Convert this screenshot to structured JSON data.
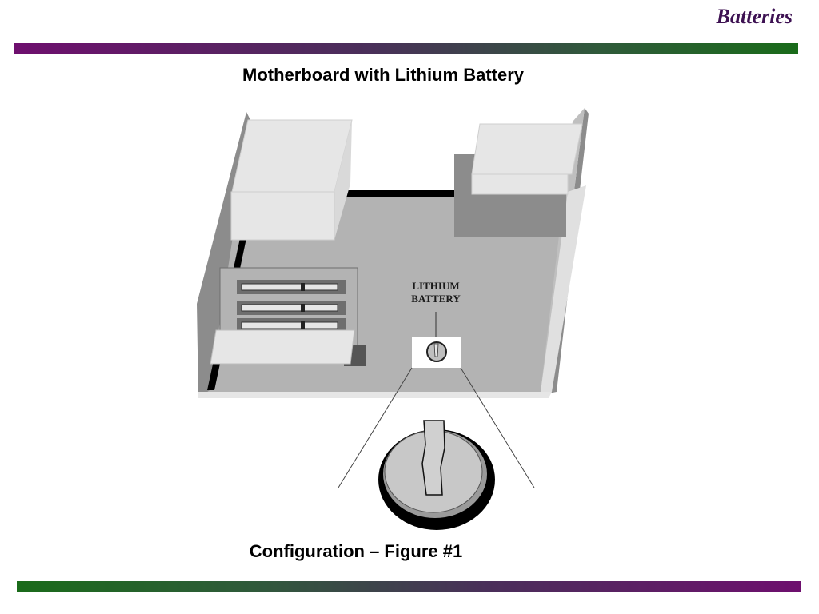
{
  "header": {
    "title": "Batteries"
  },
  "diagram": {
    "heading": "Motherboard with Lithium Battery",
    "battery_label_line1": "LITHIUM",
    "battery_label_line2": "BATTERY",
    "caption": "Configuration – Figure #1"
  },
  "colors": {
    "accent_purple": "#6e0f6e",
    "accent_green": "#1a6b1a",
    "board_gray": "#b3b3b3",
    "drive_light": "#e6e6e6"
  }
}
